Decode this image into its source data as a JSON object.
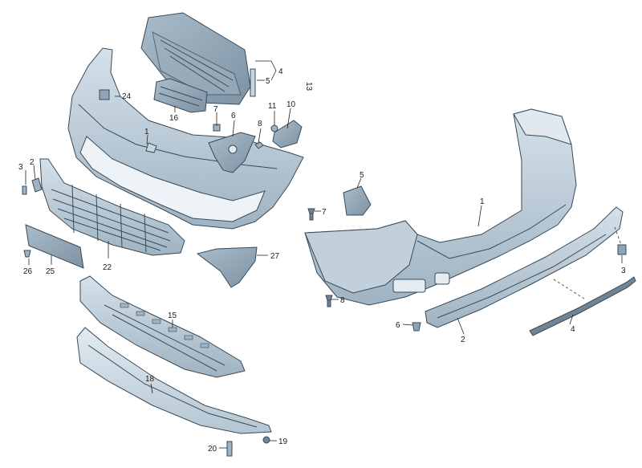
{
  "labels": {
    "front_1": "1",
    "front_2": "2",
    "front_3": "3",
    "front_4": "4",
    "front_5": "5",
    "front_6": "6",
    "front_7": "7",
    "front_8": "8",
    "front_10": "10",
    "front_11": "11",
    "front_13": "13",
    "front_15": "15",
    "front_16": "16",
    "front_18": "18",
    "front_19": "19",
    "front_20": "20",
    "front_22": "22",
    "front_24": "24",
    "front_25": "25",
    "front_26": "26",
    "front_27": "27",
    "rear_1": "1",
    "rear_2": "2",
    "rear_3": "3",
    "rear_4": "4",
    "rear_5": "5",
    "rear_6": "6",
    "rear_7": "7",
    "rear_8": "8"
  },
  "colors": {
    "part_fill": "#b9cad6",
    "part_fill_light": "#d3dfe8",
    "part_fill_dark": "#8fa4b4",
    "part_edge": "#3a4a58",
    "text": "#1a1a1a"
  }
}
